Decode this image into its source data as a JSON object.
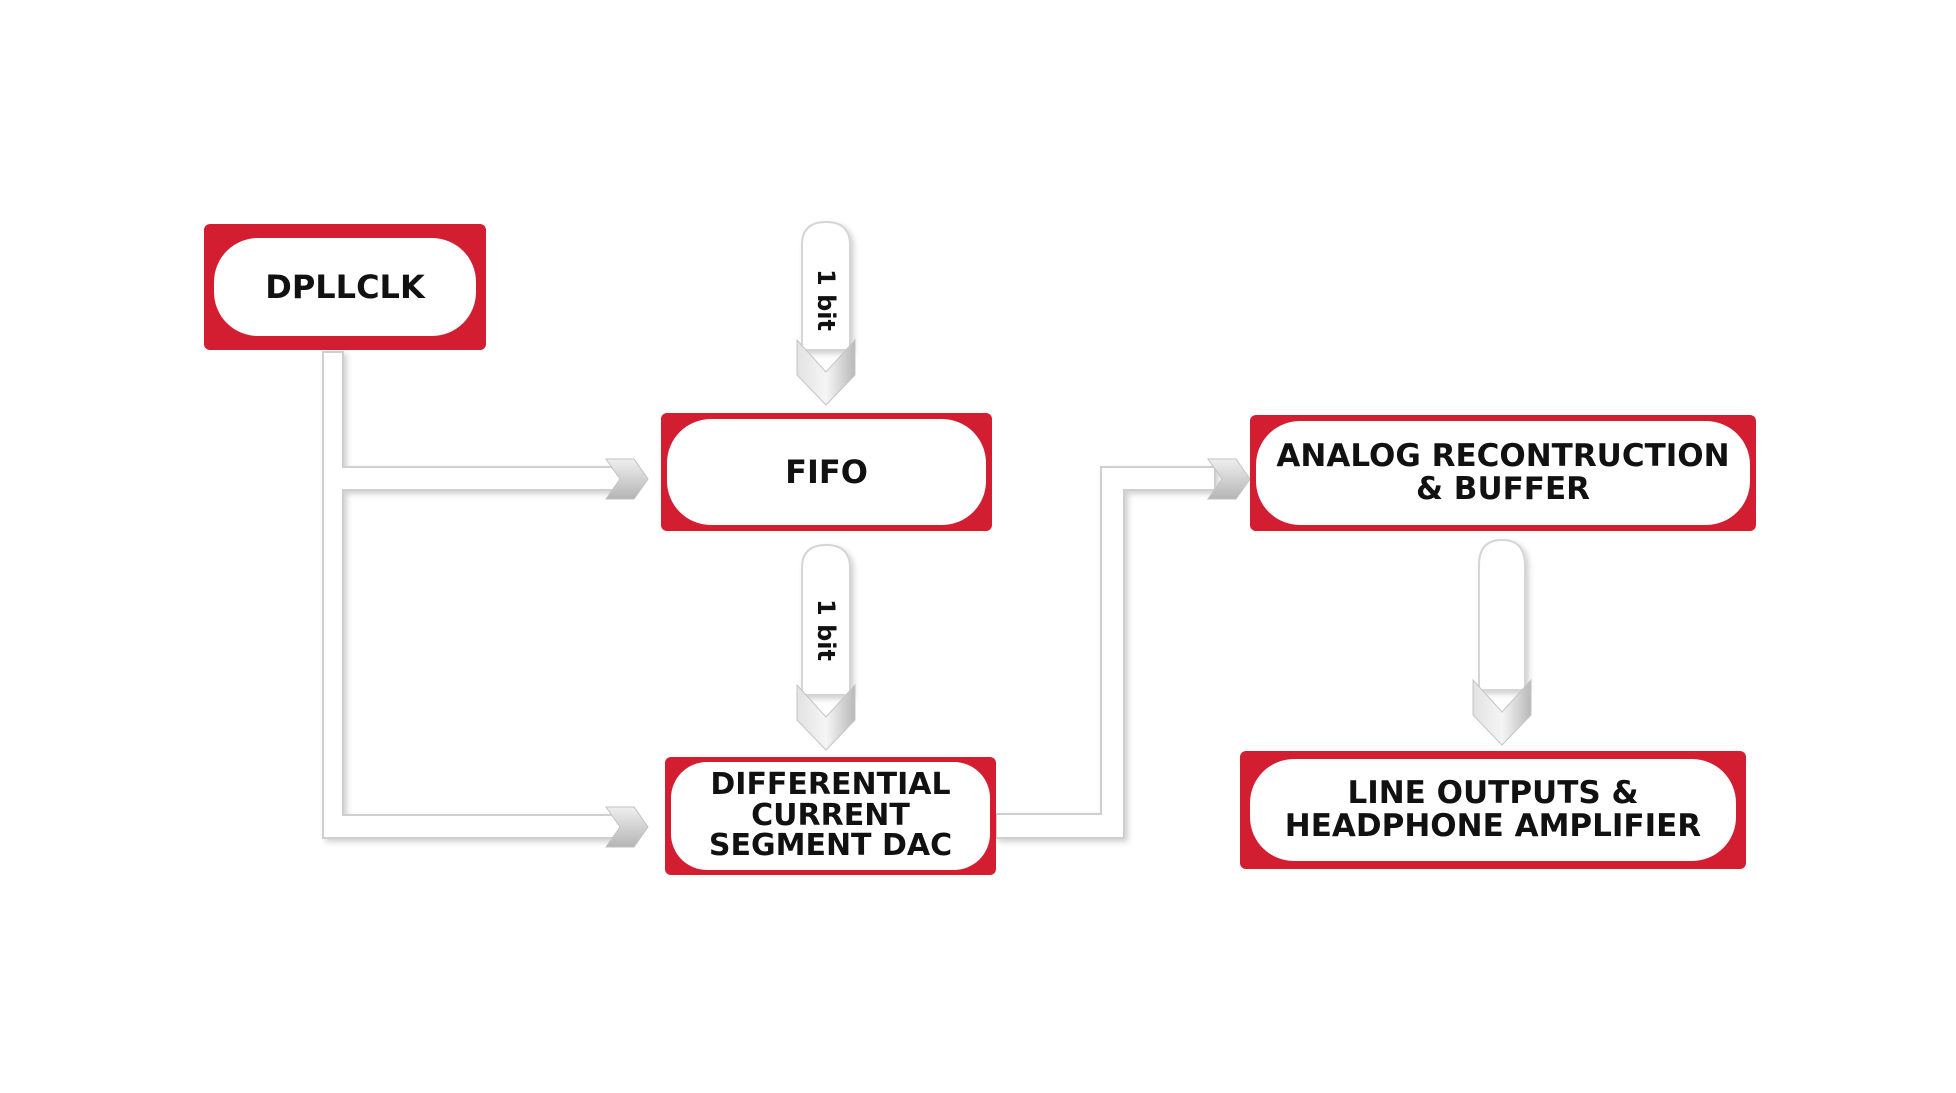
{
  "colors": {
    "box_border": "#d31d31",
    "box_fill": "#ffffff",
    "connector": "#cfcfcf",
    "text": "#111111"
  },
  "nodes": {
    "dpllclk": "DPLLCLK",
    "fifo": "FIFO",
    "dac": "DIFFERENTIAL\nCURRENT\nSEGMENT DAC",
    "analog": "ANALOG RECONTRUCTION\n& BUFFER",
    "line_outputs": "LINE OUTPUTS &\nHEADPHONE AMPLIFIER"
  },
  "edge_labels": {
    "input_to_fifo": "1 bit",
    "fifo_to_dac": "1 bit"
  }
}
